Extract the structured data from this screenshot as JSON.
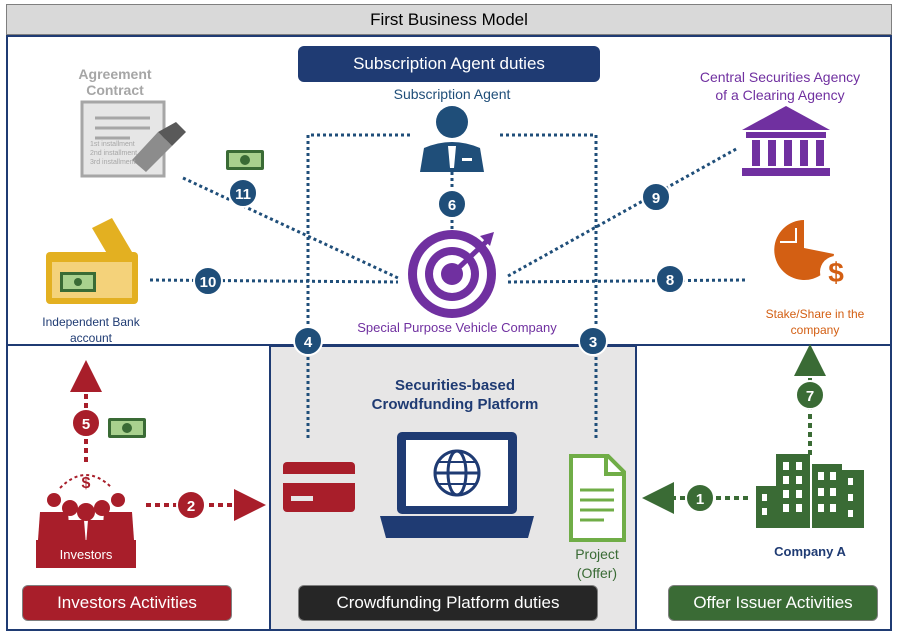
{
  "title": "First Business Model",
  "sections": {
    "subscription_duties": "Subscription Agent duties",
    "investors_activities": "Investors Activities",
    "crowdfunding_duties": "Crowdfunding Platform duties",
    "issuer_activities": "Offer Issuer Activities"
  },
  "nodes": {
    "agreement": [
      "Agreement",
      "Contract"
    ],
    "agreement_installments": [
      "1st installment",
      "2nd installment",
      "3rd installment"
    ],
    "subscription_agent": "Subscription Agent",
    "central_securities": [
      "Central Securities Agency",
      "of a Clearing Agency"
    ],
    "bank": [
      "Independent Bank",
      "account"
    ],
    "spv": "Special Purpose Vehicle Company",
    "stake": [
      "Stake/Share in the",
      "company"
    ],
    "platform": [
      "Securities-based",
      "Crowdfunding Platform"
    ],
    "investors": "Investors",
    "project": [
      "Project",
      "(Offer)"
    ],
    "company": "Company A"
  },
  "steps": [
    "1",
    "2",
    "3",
    "4",
    "5",
    "6",
    "7",
    "8",
    "9",
    "10",
    "11"
  ],
  "colors": {
    "navy": "#1f3b73",
    "blue": "#1f4e79",
    "purple": "#7030a0",
    "red": "#a81e2a",
    "green": "#3a6b35",
    "orange": "#d35f13",
    "gold": "#e3b021",
    "gray": "#a6a6a6"
  },
  "icons": [
    "contract-icon",
    "money-icon",
    "wallet-icon",
    "agent-icon",
    "target-icon",
    "bank-building-icon",
    "pie-dollar-icon",
    "laptop-globe-icon",
    "credit-card-icon",
    "document-icon",
    "investors-icon",
    "buildings-icon"
  ]
}
